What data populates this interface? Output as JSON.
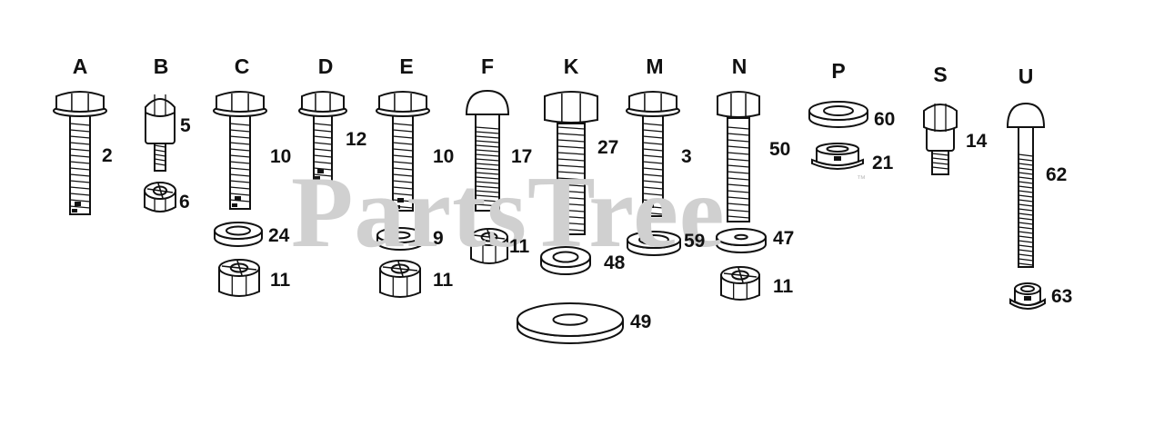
{
  "watermark": "PartsTree",
  "trademark": "™",
  "columns": [
    {
      "letter": "A",
      "parts": [
        "2"
      ]
    },
    {
      "letter": "B",
      "parts": [
        "5",
        "6"
      ]
    },
    {
      "letter": "C",
      "parts": [
        "10",
        "24",
        "11"
      ]
    },
    {
      "letter": "D",
      "parts": [
        "12"
      ]
    },
    {
      "letter": "E",
      "parts": [
        "10",
        "9",
        "11"
      ]
    },
    {
      "letter": "F",
      "parts": [
        "17",
        "11"
      ]
    },
    {
      "letter": "K",
      "parts": [
        "27",
        "48",
        "49"
      ]
    },
    {
      "letter": "M",
      "parts": [
        "3",
        "59"
      ]
    },
    {
      "letter": "N",
      "parts": [
        "50",
        "47",
        "11"
      ]
    },
    {
      "letter": "P",
      "parts": [
        "60",
        "21"
      ]
    },
    {
      "letter": "S",
      "parts": [
        "14"
      ]
    },
    {
      "letter": "U",
      "parts": [
        "62",
        "63"
      ]
    }
  ],
  "colors": {
    "ink": "#111111",
    "watermark": "#d0d0d0",
    "background": "#ffffff"
  }
}
